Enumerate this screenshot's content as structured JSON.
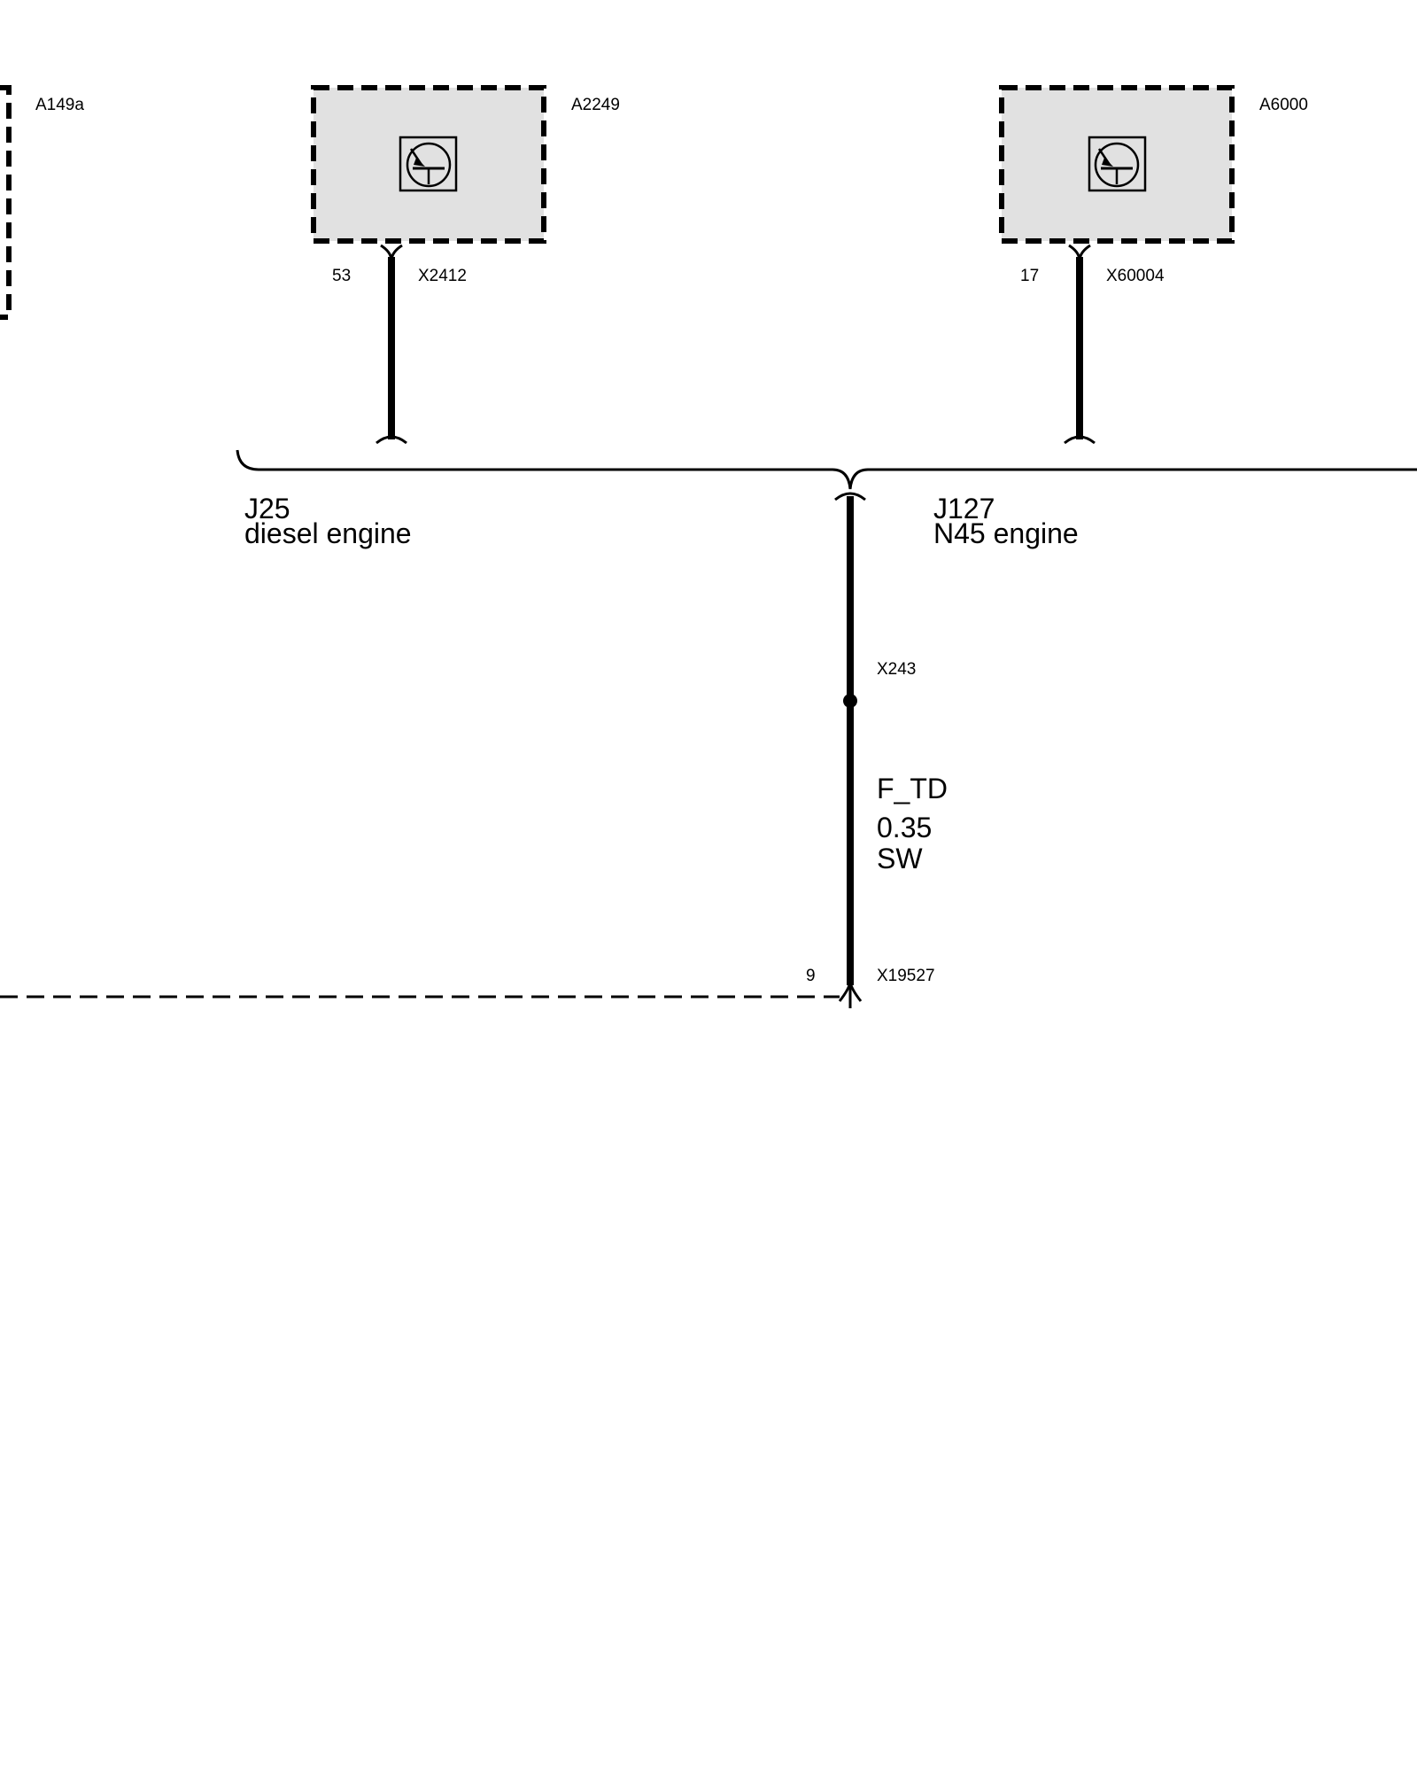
{
  "colors": {
    "line": "#000000",
    "module_fill": "#e1e1e1",
    "background": "#ffffff"
  },
  "modules": [
    {
      "id": "A149a",
      "label": "A149a"
    },
    {
      "id": "A2249",
      "label": "A2249",
      "pin": "53",
      "connector": "X2412",
      "icon": "transistor-icon"
    },
    {
      "id": "A6000",
      "label": "A6000",
      "pin": "17",
      "connector": "X60004",
      "icon": "transistor-icon"
    }
  ],
  "variants": [
    {
      "code": "J25",
      "description": "diesel engine"
    },
    {
      "code": "J127",
      "description": "N45 engine"
    }
  ],
  "splice": {
    "connector": "X243"
  },
  "wire": {
    "signal": "F_TD",
    "cross_section": "0.35",
    "color_code": "SW"
  },
  "bottom_connector": {
    "pin": "9",
    "connector": "X19527"
  }
}
